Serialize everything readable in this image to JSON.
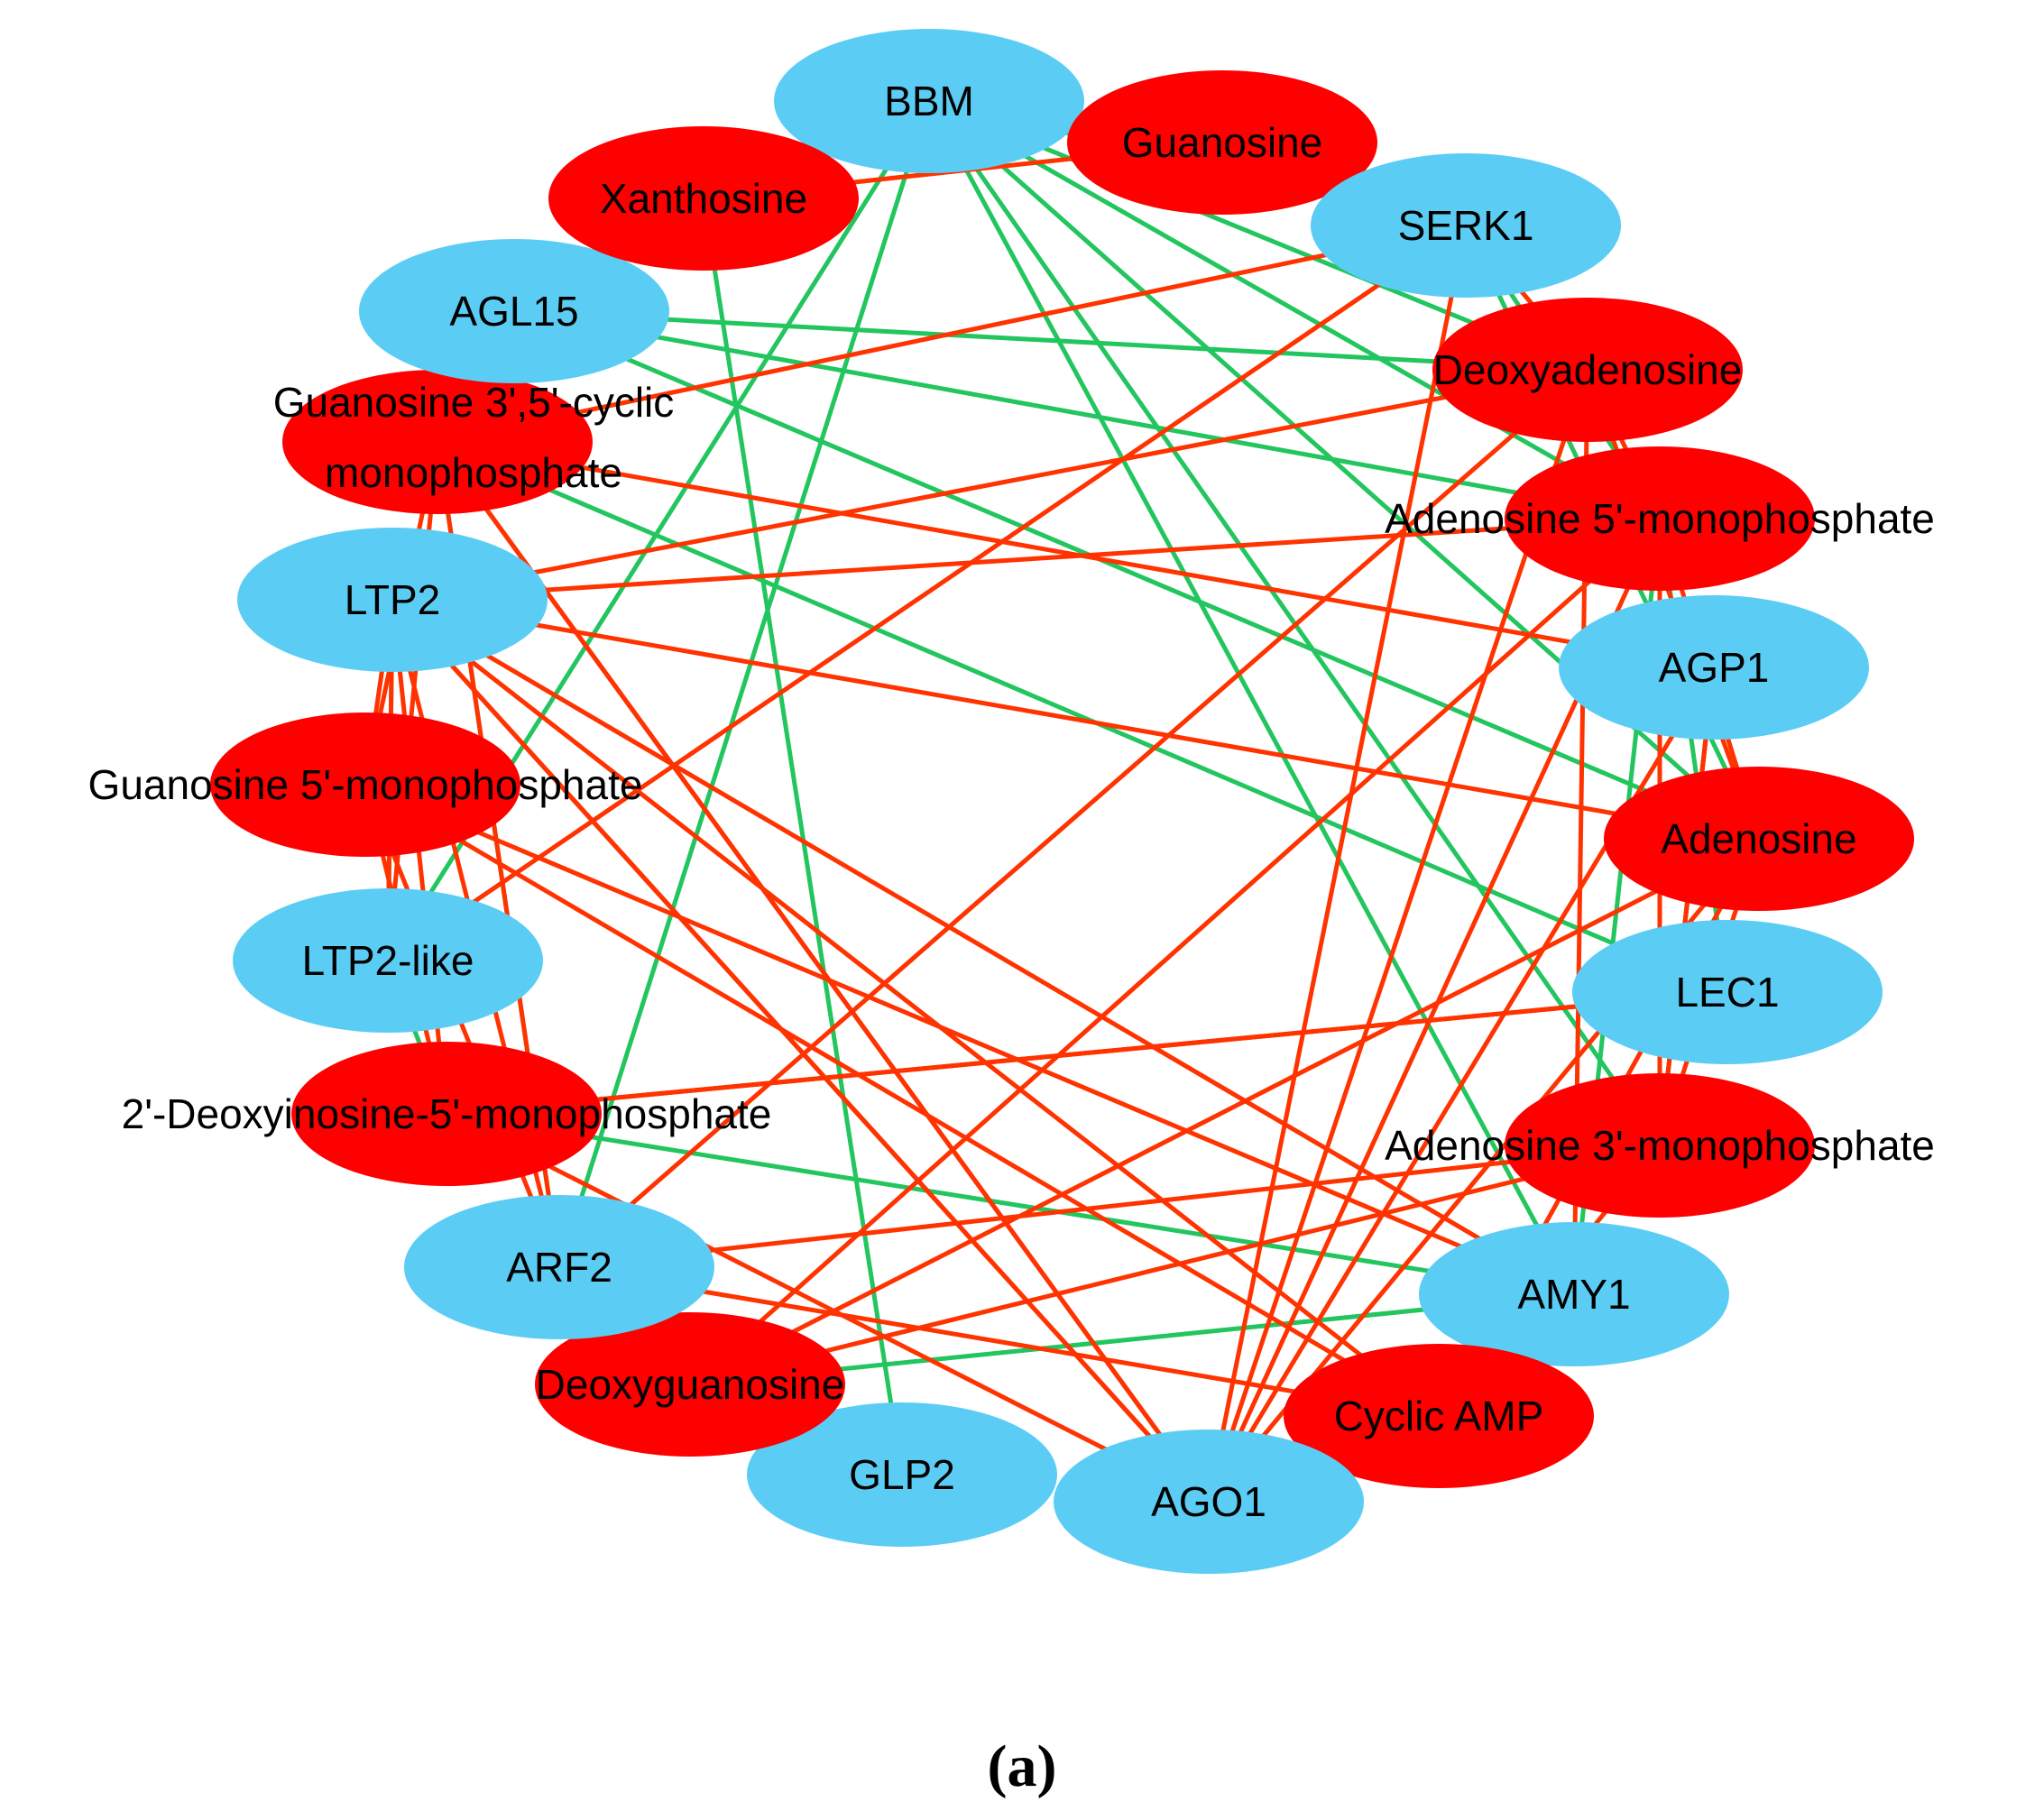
{
  "colors": {
    "gene_node": "#5bcdf5",
    "metabolite_node": "#ff0000",
    "positive_edge": "#ff3300",
    "negative_edge": "#22c55e",
    "background": "#ffffff"
  },
  "nodes": [
    {
      "id": "BBM",
      "label": "BBM",
      "type": "gene"
    },
    {
      "id": "Guanosine",
      "label": "Guanosine",
      "type": "metabolite"
    },
    {
      "id": "SERK1",
      "label": "SERK1",
      "type": "gene"
    },
    {
      "id": "Deoxyadenosine",
      "label": "Deoxyadenosine",
      "type": "metabolite"
    },
    {
      "id": "AMP5",
      "label": "Adenosine 5'-monophosphate",
      "type": "metabolite"
    },
    {
      "id": "AGP1",
      "label": "AGP1",
      "type": "gene"
    },
    {
      "id": "Adenosine",
      "label": "Adenosine",
      "type": "metabolite"
    },
    {
      "id": "LEC1",
      "label": "LEC1",
      "type": "gene"
    },
    {
      "id": "AMP3",
      "label": "Adenosine 3'-monophosphate",
      "type": "metabolite"
    },
    {
      "id": "AMY1",
      "label": "AMY1",
      "type": "gene"
    },
    {
      "id": "cAMP",
      "label": "Cyclic AMP",
      "type": "metabolite"
    },
    {
      "id": "AGO1",
      "label": "AGO1",
      "type": "gene"
    },
    {
      "id": "GLP2",
      "label": "GLP2",
      "type": "gene"
    },
    {
      "id": "Deoxyguanosine",
      "label": "Deoxyguanosine",
      "type": "metabolite"
    },
    {
      "id": "ARF2",
      "label": "ARF2",
      "type": "gene"
    },
    {
      "id": "dIMP",
      "label": "2'-Deoxyinosine-5'-monophosphate",
      "type": "metabolite"
    },
    {
      "id": "LTP2like",
      "label": "LTP2-like",
      "type": "gene"
    },
    {
      "id": "GMP5",
      "label": "Guanosine 5'-monophosphate",
      "type": "metabolite"
    },
    {
      "id": "LTP2",
      "label": "LTP2",
      "type": "gene"
    },
    {
      "id": "cGMP",
      "label": "Guanosine 3',5'-cyclic monophosphate",
      "label_lines": [
        "Guanosine 3',5'-cyclic",
        "monophosphate"
      ],
      "type": "metabolite"
    },
    {
      "id": "AGL15",
      "label": "AGL15",
      "type": "gene"
    },
    {
      "id": "Xanthosine",
      "label": "Xanthosine",
      "type": "metabolite"
    }
  ],
  "edges": [
    {
      "source": "BBM",
      "target": "SERK1",
      "kind": "negative"
    },
    {
      "source": "BBM",
      "target": "Deoxyadenosine",
      "kind": "negative"
    },
    {
      "source": "BBM",
      "target": "AMP5",
      "kind": "negative"
    },
    {
      "source": "BBM",
      "target": "Adenosine",
      "kind": "negative"
    },
    {
      "source": "BBM",
      "target": "AMP3",
      "kind": "negative"
    },
    {
      "source": "BBM",
      "target": "ARF2",
      "kind": "negative"
    },
    {
      "source": "BBM",
      "target": "LTP2like",
      "kind": "negative"
    },
    {
      "source": "BBM",
      "target": "Xanthosine",
      "kind": "negative"
    },
    {
      "source": "BBM",
      "target": "AMY1",
      "kind": "negative"
    },
    {
      "source": "AGL15",
      "target": "Deoxyadenosine",
      "kind": "negative"
    },
    {
      "source": "AGL15",
      "target": "AMP5",
      "kind": "negative"
    },
    {
      "source": "AGL15",
      "target": "Adenosine",
      "kind": "negative"
    },
    {
      "source": "AGL15",
      "target": "Xanthosine",
      "kind": "negative"
    },
    {
      "source": "LTP2",
      "target": "LTP2like",
      "kind": "negative"
    },
    {
      "source": "cGMP",
      "target": "LEC1",
      "kind": "negative"
    },
    {
      "source": "cGMP",
      "target": "ARF2",
      "kind": "negative"
    },
    {
      "source": "LTP2like",
      "target": "dIMP",
      "kind": "negative"
    },
    {
      "source": "dIMP",
      "target": "AMY1",
      "kind": "negative"
    },
    {
      "source": "Deoxyguanosine",
      "target": "AMY1",
      "kind": "negative"
    },
    {
      "source": "GLP2",
      "target": "Xanthosine",
      "kind": "negative"
    },
    {
      "source": "AGO1",
      "target": "cAMP",
      "kind": "negative"
    },
    {
      "source": "SERK1",
      "target": "AMP5",
      "kind": "negative"
    },
    {
      "source": "SERK1",
      "target": "Adenosine",
      "kind": "negative"
    },
    {
      "source": "LEC1",
      "target": "AMP5",
      "kind": "negative"
    },
    {
      "source": "AGP1",
      "target": "AMP3",
      "kind": "negative"
    },
    {
      "source": "AMY1",
      "target": "AMP5",
      "kind": "negative"
    },
    {
      "source": "Guanosine",
      "target": "Xanthosine",
      "kind": "positive"
    },
    {
      "source": "Guanosine",
      "target": "SERK1",
      "kind": "positive"
    },
    {
      "source": "SERK1",
      "target": "cGMP",
      "kind": "positive"
    },
    {
      "source": "SERK1",
      "target": "Deoxyadenosine",
      "kind": "positive"
    },
    {
      "source": "SERK1",
      "target": "LTP2like",
      "kind": "positive"
    },
    {
      "source": "SERK1",
      "target": "AGO1",
      "kind": "positive"
    },
    {
      "source": "Deoxyadenosine",
      "target": "LTP2",
      "kind": "positive"
    },
    {
      "source": "Deoxyadenosine",
      "target": "AMP5",
      "kind": "positive"
    },
    {
      "source": "Deoxyadenosine",
      "target": "ARF2",
      "kind": "positive"
    },
    {
      "source": "Deoxyadenosine",
      "target": "AGO1",
      "kind": "positive"
    },
    {
      "source": "Deoxyadenosine",
      "target": "AMY1",
      "kind": "positive"
    },
    {
      "source": "Deoxyadenosine",
      "target": "Adenosine",
      "kind": "positive"
    },
    {
      "source": "AMP5",
      "target": "LTP2",
      "kind": "positive"
    },
    {
      "source": "AMP5",
      "target": "Deoxyguanosine",
      "kind": "positive"
    },
    {
      "source": "AMP5",
      "target": "AGO1",
      "kind": "positive"
    },
    {
      "source": "AMP5",
      "target": "Adenosine",
      "kind": "positive"
    },
    {
      "source": "AMP5",
      "target": "AMP3",
      "kind": "positive"
    },
    {
      "source": "AGP1",
      "target": "cGMP",
      "kind": "positive"
    },
    {
      "source": "AGP1",
      "target": "AGO1",
      "kind": "positive"
    },
    {
      "source": "AGP1",
      "target": "AMP3",
      "kind": "positive"
    },
    {
      "source": "Adenosine",
      "target": "LTP2",
      "kind": "positive"
    },
    {
      "source": "Adenosine",
      "target": "AGO1",
      "kind": "positive"
    },
    {
      "source": "Adenosine",
      "target": "cAMP",
      "kind": "positive"
    },
    {
      "source": "Adenosine",
      "target": "AMP3",
      "kind": "positive"
    },
    {
      "source": "LEC1",
      "target": "dIMP",
      "kind": "positive"
    },
    {
      "source": "AMP3",
      "target": "ARF2",
      "kind": "positive"
    },
    {
      "source": "AMP3",
      "target": "cAMP",
      "kind": "positive"
    },
    {
      "source": "AMP3",
      "target": "AGP1",
      "kind": "positive"
    },
    {
      "source": "AMY1",
      "target": "LTP2",
      "kind": "positive"
    },
    {
      "source": "AMY1",
      "target": "GMP5",
      "kind": "positive"
    },
    {
      "source": "cAMP",
      "target": "LTP2",
      "kind": "positive"
    },
    {
      "source": "cAMP",
      "target": "GMP5",
      "kind": "positive"
    },
    {
      "source": "cAMP",
      "target": "ARF2",
      "kind": "positive"
    },
    {
      "source": "AGO1",
      "target": "LTP2",
      "kind": "positive"
    },
    {
      "source": "AGO1",
      "target": "cGMP",
      "kind": "positive"
    },
    {
      "source": "AGO1",
      "target": "dIMP",
      "kind": "positive"
    },
    {
      "source": "Deoxyguanosine",
      "target": "Adenosine",
      "kind": "positive"
    },
    {
      "source": "Deoxyguanosine",
      "target": "AMP3",
      "kind": "positive"
    },
    {
      "source": "ARF2",
      "target": "cGMP",
      "kind": "positive"
    },
    {
      "source": "ARF2",
      "target": "LTP2",
      "kind": "positive"
    },
    {
      "source": "ARF2",
      "target": "GMP5",
      "kind": "positive"
    },
    {
      "source": "dIMP",
      "target": "LTP2",
      "kind": "positive"
    },
    {
      "source": "dIMP",
      "target": "LEC1",
      "kind": "positive"
    },
    {
      "source": "dIMP",
      "target": "GMP5",
      "kind": "positive"
    },
    {
      "source": "LTP2like",
      "target": "LTP2",
      "kind": "positive"
    },
    {
      "source": "LTP2like",
      "target": "cGMP",
      "kind": "positive"
    },
    {
      "source": "GMP5",
      "target": "LTP2",
      "kind": "positive"
    },
    {
      "source": "GMP5",
      "target": "cGMP",
      "kind": "positive"
    },
    {
      "source": "cGMP",
      "target": "AGO1",
      "kind": "positive"
    },
    {
      "source": "LTP2",
      "target": "AGO1",
      "kind": "positive"
    }
  ],
  "panel_label": "(a)"
}
